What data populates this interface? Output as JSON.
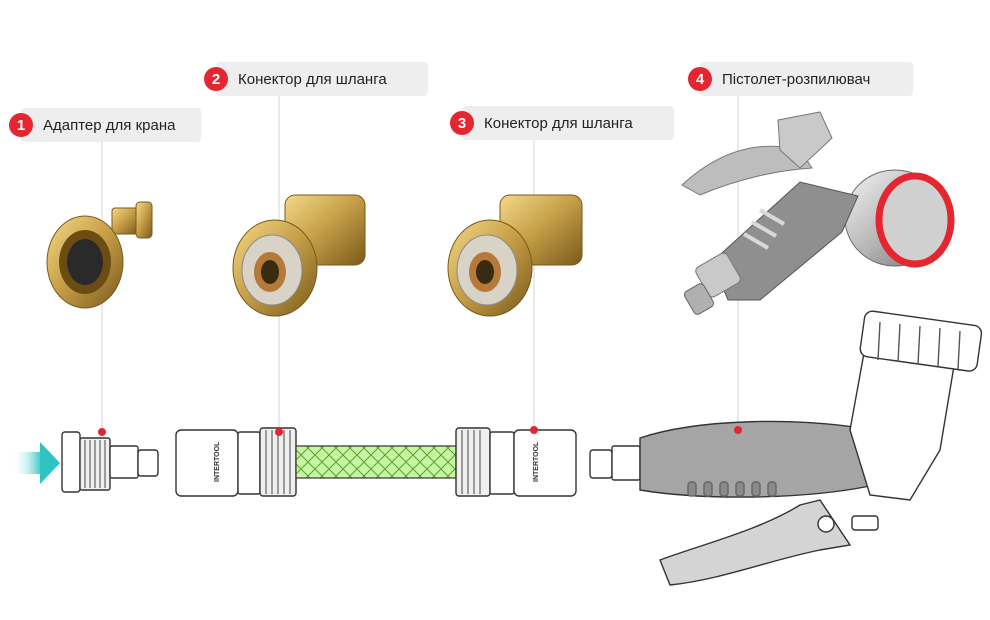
{
  "callouts": [
    {
      "number": "1",
      "label": "Адаптер для крана"
    },
    {
      "number": "2",
      "label": "Конектор для шланга"
    },
    {
      "number": "3",
      "label": "Конектор для шланга"
    },
    {
      "number": "4",
      "label": "Пістолет-розпилювач"
    }
  ],
  "brand_text": "INTERTOOL",
  "colors": {
    "accent": "#e3262f",
    "brass": "#c9a24a",
    "hose": "#b8f08a",
    "arrow": "#2ec4c4",
    "outline": "#333333",
    "grip": "#9b9b9b"
  }
}
